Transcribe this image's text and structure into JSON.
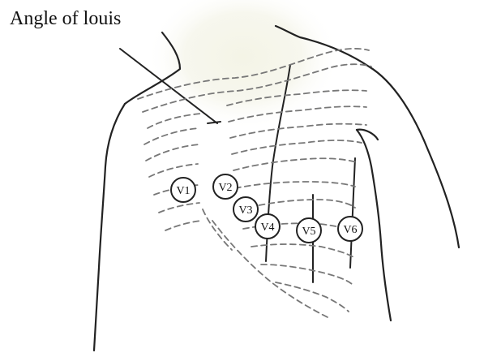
{
  "title": "Angle of louis",
  "electrodes": [
    {
      "label": "V1"
    },
    {
      "label": "V2"
    },
    {
      "label": "V3"
    },
    {
      "label": "V4"
    },
    {
      "label": "V5"
    },
    {
      "label": "V6"
    }
  ],
  "colors": {
    "outline": "#222222",
    "rib": "#777777",
    "glow": "#f4f4e6",
    "electrode_fill": "#ffffff"
  }
}
